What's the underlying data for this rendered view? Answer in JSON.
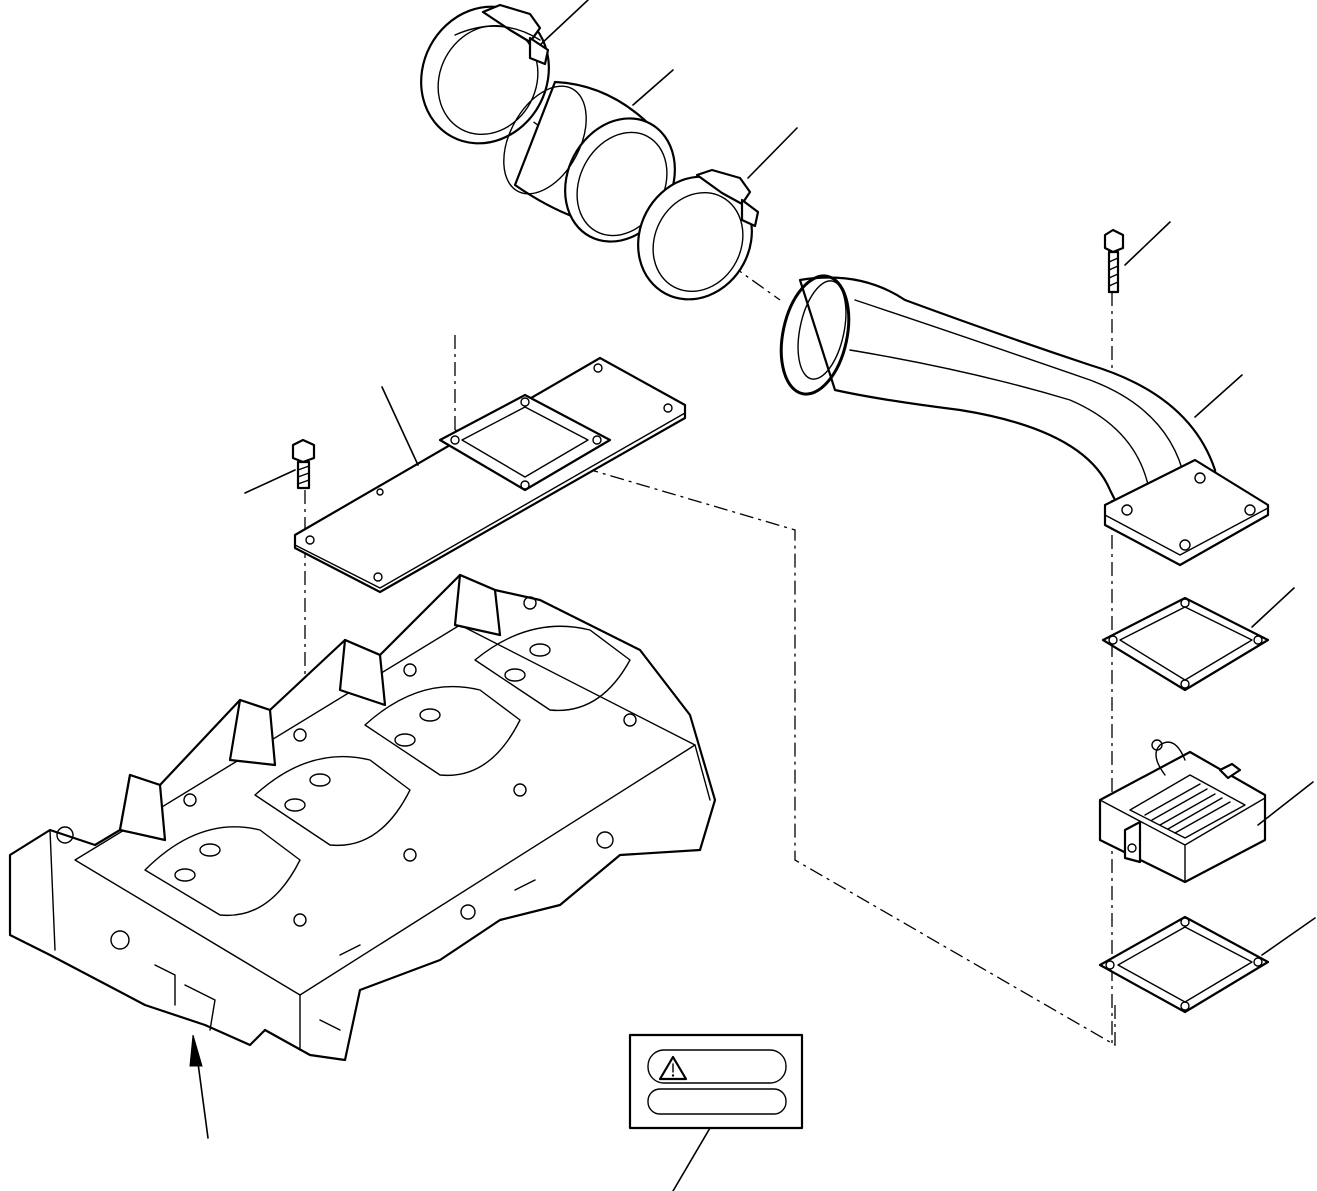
{
  "diagram": {
    "parts": [
      {
        "id": "hose-clamp-upper",
        "icon": "hose-clamp-icon"
      },
      {
        "id": "rubber-sleeve",
        "icon": "hose-sleeve-icon"
      },
      {
        "id": "hose-clamp-lower",
        "icon": "hose-clamp-icon"
      },
      {
        "id": "intake-bolt",
        "icon": "bolt-icon"
      },
      {
        "id": "intake-elbow",
        "icon": "elbow-pipe-icon"
      },
      {
        "id": "gasket-upper",
        "icon": "gasket-icon"
      },
      {
        "id": "grid-heater",
        "icon": "heater-icon"
      },
      {
        "id": "gasket-lower",
        "icon": "gasket-icon"
      },
      {
        "id": "cover-plate",
        "icon": "plate-icon"
      },
      {
        "id": "plate-bolt",
        "icon": "bolt-icon"
      },
      {
        "id": "cylinder-head",
        "icon": "cylinder-head-icon"
      },
      {
        "id": "warning-label",
        "icon": "warning-triangle-icon"
      }
    ],
    "colors": {
      "ink": "#000000",
      "paper": "#ffffff"
    }
  }
}
